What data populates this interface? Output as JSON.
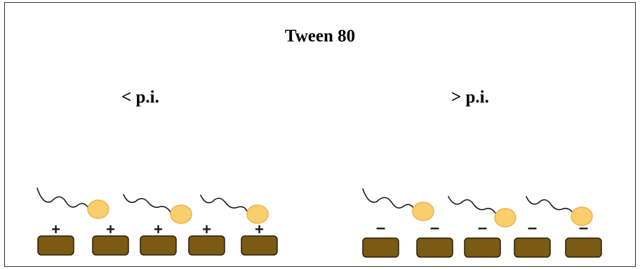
{
  "title": "Tween 80",
  "left_panel": {
    "heading": "< p.i.",
    "charge_symbol": "+",
    "block_count": 5,
    "molecule_count": 3
  },
  "right_panel": {
    "heading": "> p.i.",
    "charge_symbol": "–",
    "block_count": 5,
    "molecule_count": 3
  },
  "colors": {
    "block_fill": "#7a5a14",
    "block_stroke": "#2a1e06",
    "head_fill": "#f9cf6e",
    "head_stroke": "#f0b04a",
    "tail_stroke": "#1a1a1a",
    "frame_border": "#333333"
  }
}
